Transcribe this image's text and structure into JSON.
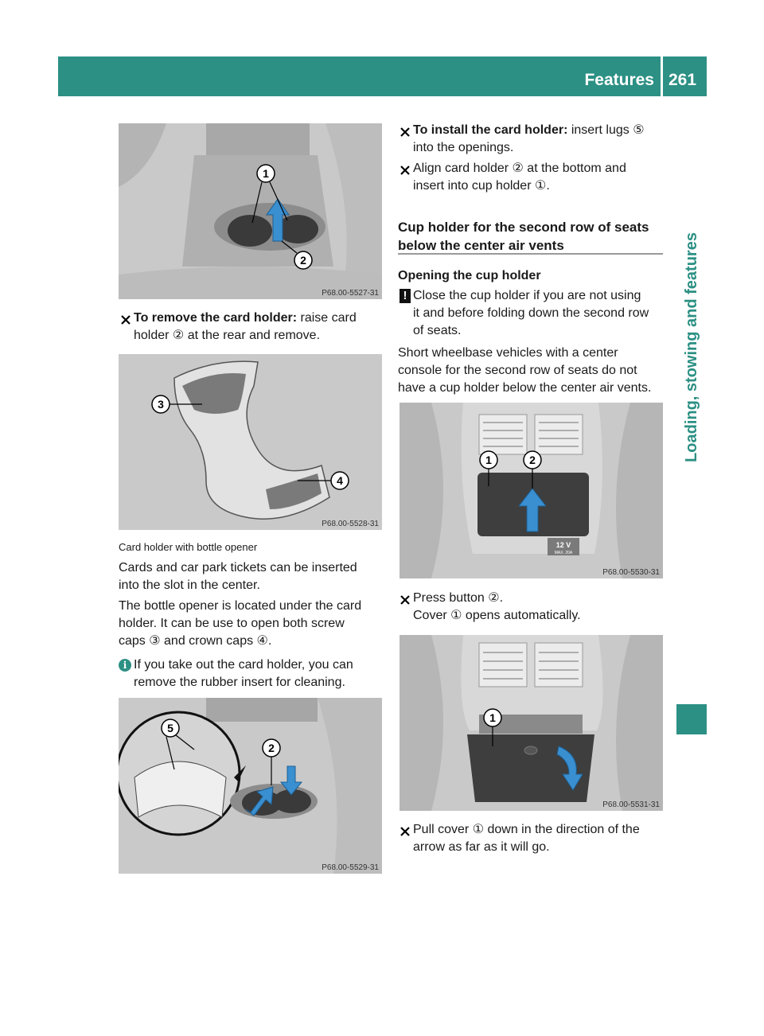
{
  "header": {
    "title": "Features",
    "page": "261"
  },
  "side_tab": "Loading, stowing and features",
  "figures": {
    "fig1": {
      "code": "P68.00-5527-31",
      "labels": [
        "1",
        "2"
      ]
    },
    "fig2": {
      "code": "P68.00-5528-31",
      "labels": [
        "3",
        "4"
      ]
    },
    "fig3": {
      "code": "P68.00-5529-31",
      "labels": [
        "5",
        "2"
      ]
    },
    "fig4": {
      "code": "P68.00-5530-31",
      "labels": [
        "1",
        "2",
        "12 V",
        "MAX. 20A"
      ]
    },
    "fig5": {
      "code": "P68.00-5531-31",
      "labels": [
        "1"
      ]
    }
  },
  "left": {
    "remove_bold": "To remove the card holder:",
    "remove_rest_1": " raise card",
    "remove_line2": "holder ② at the rear and remove.",
    "caption": "Card holder with bottle opener",
    "para1_line1": "Cards and car park tickets can be inserted",
    "para1_line2": "into the slot in the center.",
    "para2_line1": "The bottle opener is located under the card",
    "para2_line2": "holder. It can be use to open both screw",
    "para2_line3": "caps ③ and crown caps ④.",
    "info_line1": "If you take out the card holder, you can",
    "info_line2": "remove the rubber insert for cleaning."
  },
  "right": {
    "install_bold": "To install the card holder:",
    "install_rest_1": " insert lugs ⑤",
    "install_line2": "into the openings.",
    "align_line1": "Align card holder ② at the bottom and",
    "align_line2": "insert into cup holder ①.",
    "heading_line1": "Cup holder for the second row of seats",
    "heading_line2": "below the center air vents",
    "subheading": "Opening the cup holder",
    "warn_line1": "Close the cup holder if you are not using",
    "warn_line2": "it and before folding down the second row",
    "warn_line3": "of seats.",
    "short_line1": "Short wheelbase vehicles with a center",
    "short_line2": "console for the second row of seats do not",
    "short_line3": "have a cup holder below the center air vents.",
    "press_line1": "Press button ②.",
    "press_line2": "Cover ① opens automatically.",
    "pull_line1": "Pull cover ① down in the direction of the",
    "pull_line2": "arrow as far as it will go."
  },
  "colors": {
    "accent": "#2c9084",
    "figure_bg": "#c6c6c6",
    "arrow": "#3a8fd0"
  }
}
